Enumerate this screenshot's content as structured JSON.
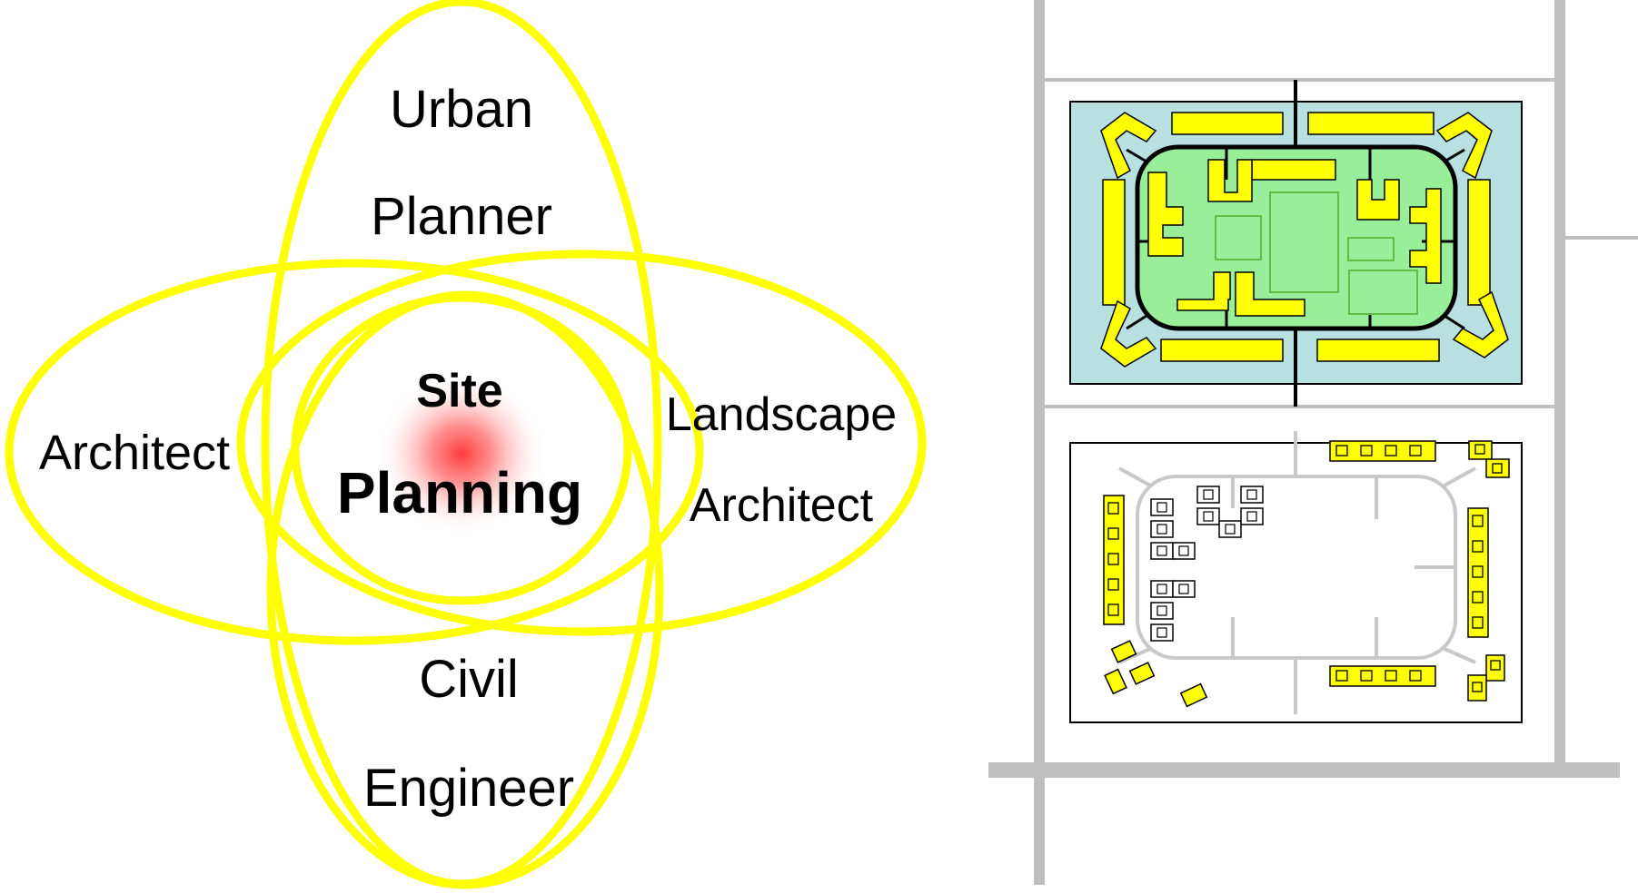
{
  "venn": {
    "outline_color": "#ffff00",
    "center_glow_color": "#ff4d4d",
    "labels": {
      "top_line1": "Urban",
      "top_line2": "Planner",
      "left": "Architect",
      "right_line1": "Landscape",
      "right_line2": "Architect",
      "bottom_line1": "Civil",
      "bottom_line2": "Engineer",
      "center_line1": "Site",
      "center_line2": "Planning"
    }
  },
  "site_plans": {
    "road_color": "#bfbfbf",
    "building_color": "#ffff00",
    "green_space_color": "#99ee99",
    "site_background_color": "#b8e0e0",
    "plans": [
      "developed-site-plan",
      "existing-conditions-plan"
    ]
  }
}
